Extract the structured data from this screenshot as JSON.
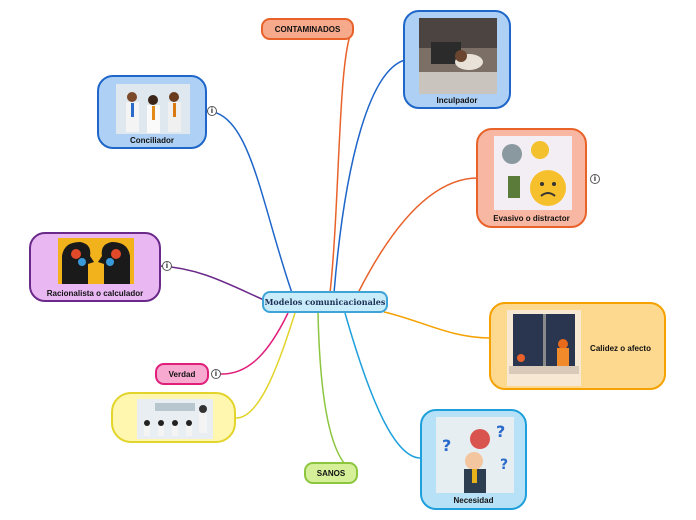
{
  "center": {
    "label": "Modelos comunicacionales"
  },
  "topics": {
    "contaminados": {
      "label": "CONTAMINADOS",
      "color": "#e8622a"
    },
    "sanos": {
      "label": "SANOS",
      "color": "#8cc63f"
    },
    "verdad": {
      "label": "Verdad",
      "color": "#e01f7b"
    },
    "conciliador": {
      "label": "Conciliador",
      "color": "#1e66c9"
    },
    "inculpador": {
      "label": "Inculpador",
      "color": "#1e66c9"
    },
    "evasivo": {
      "label": "Evasivo o distractor",
      "color": "#e8622a"
    },
    "racionalista": {
      "label": "Racionalista o calculador",
      "color": "#6b2a8a"
    },
    "calidez": {
      "label": "Calidez o afecto",
      "color": "#f5a100"
    },
    "necesidad": {
      "label": "Necesidad",
      "color": "#1ea0dc"
    },
    "blank": {
      "label": "",
      "color": "#e2d42b"
    }
  },
  "icons": {
    "info": "info-icon"
  }
}
